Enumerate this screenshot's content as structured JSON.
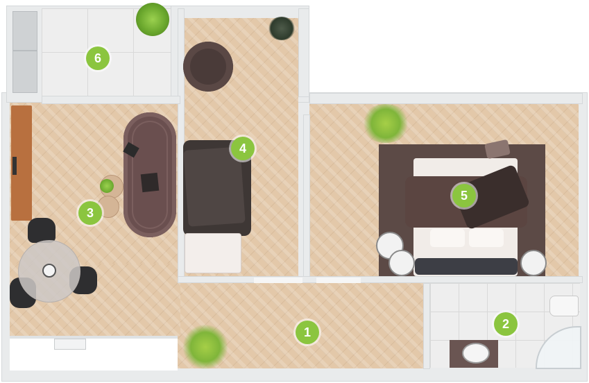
{
  "colors": {
    "badge": "#8bc53f",
    "badge_text": "#ffffff",
    "wall": "#e9ebec",
    "wood": "#e3c8a9",
    "tile": "#eeeeee",
    "furniture_dark": "#5c4a46",
    "plant": "#7fb53a"
  },
  "rooms": [
    {
      "label": "1"
    },
    {
      "label": "2"
    },
    {
      "label": "3"
    },
    {
      "label": "4"
    },
    {
      "label": "5"
    },
    {
      "label": "6"
    }
  ],
  "icons": [
    "plant-icon",
    "sofa-icon",
    "bed-icon",
    "dining-table-icon",
    "sink-icon",
    "toilet-icon",
    "shower-icon",
    "pouf-icon",
    "armchair-icon"
  ]
}
